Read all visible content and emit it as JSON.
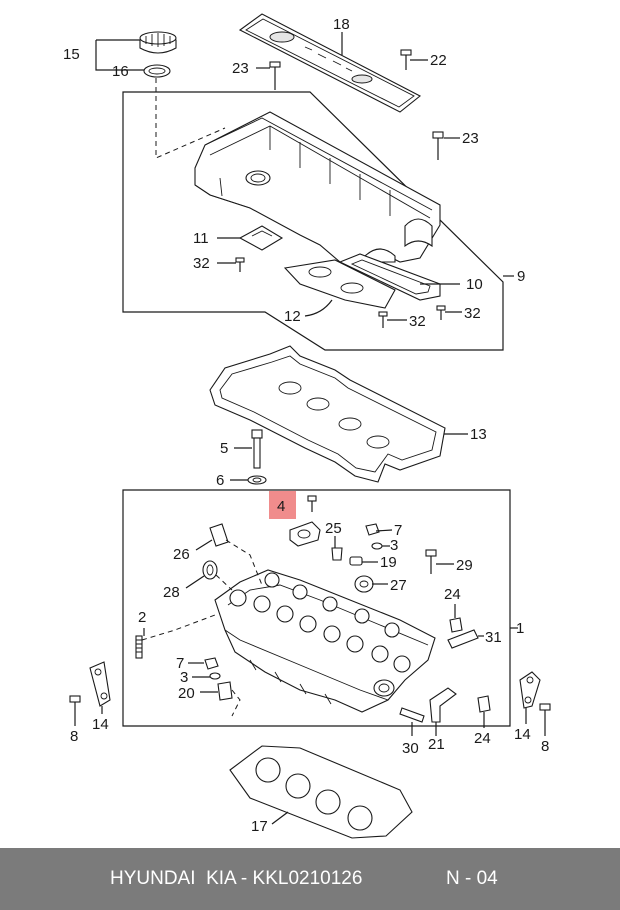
{
  "callouts": {
    "c1": "1",
    "c2": "2",
    "c3a": "3",
    "c3b": "3",
    "c4": "4",
    "c5": "5",
    "c6": "6",
    "c7a": "7",
    "c7b": "7",
    "c8a": "8",
    "c8b": "8",
    "c9": "9",
    "c10": "10",
    "c11": "11",
    "c12": "12",
    "c13": "13",
    "c14a": "14",
    "c14b": "14",
    "c15": "15",
    "c16": "16",
    "c17": "17",
    "c18": "18",
    "c19": "19",
    "c20": "20",
    "c21": "21",
    "c22": "22",
    "c23a": "23",
    "c23b": "23",
    "c24a": "24",
    "c24b": "24",
    "c25": "25",
    "c26": "26",
    "c27": "27",
    "c28": "28",
    "c29": "29",
    "c30": "30",
    "c31": "31",
    "c32a": "32",
    "c32b": "32",
    "c32c": "32"
  },
  "highlight_color": "#f08c8c",
  "footer": {
    "title": "HYUNDAI  KIA - KKL0210126",
    "code": "N - 04"
  }
}
